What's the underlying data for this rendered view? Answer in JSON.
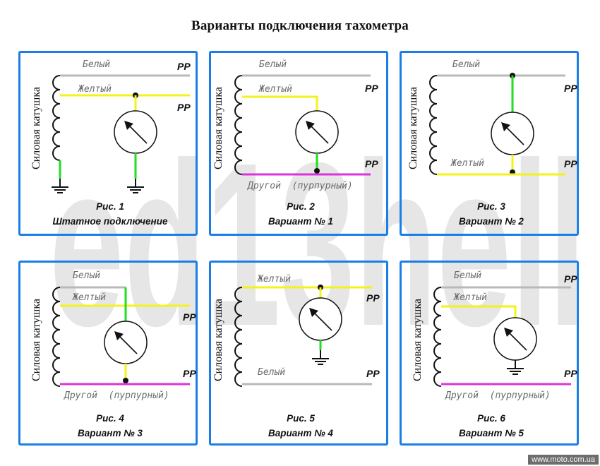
{
  "title": "Варианты подключения тахометра",
  "watermark": "ed13hell",
  "credit": "www.moto.com.ua",
  "colors": {
    "frame": "#1a7ee6",
    "white_wire": "#b9b9b9",
    "yellow_wire": "#f3f31a",
    "purple_wire": "#dd33dd",
    "green_wire": "#22dd22",
    "black": "#111111"
  },
  "labels": {
    "coil": "Силовая катушка",
    "white": "Белый",
    "yellow": "Желтый",
    "other": "Другой  (пурпурный)",
    "pp": "PP"
  },
  "panels": [
    {
      "id": 1,
      "figure": "Рис. 1",
      "caption": "Штатное подключение",
      "wires": [
        "white",
        "yellow"
      ],
      "pp": [
        "white",
        "yellow"
      ],
      "tacho_from": "yellow",
      "tacho_to": "ground",
      "coil_end": "ground"
    },
    {
      "id": 2,
      "figure": "Рис. 2",
      "caption": "Вариант № 1",
      "wires": [
        "white",
        "yellow",
        "other"
      ],
      "pp": [
        "white",
        "other"
      ],
      "tacho_from": "yellow",
      "tacho_to": "other"
    },
    {
      "id": 3,
      "figure": "Рис. 3",
      "caption": "Вариант № 2",
      "wires": [
        "white",
        "yellow"
      ],
      "pp": [
        "white",
        "yellow"
      ],
      "tacho_from": "white",
      "tacho_to": "yellow"
    },
    {
      "id": 4,
      "figure": "Рис. 4",
      "caption": "Вариант № 3",
      "wires": [
        "white",
        "yellow",
        "other"
      ],
      "pp": [
        "yellow",
        "other"
      ],
      "tacho_from": "white",
      "tacho_to": "other"
    },
    {
      "id": 5,
      "figure": "Рис. 5",
      "caption": "Вариант № 4",
      "wires": [
        "yellow",
        "white"
      ],
      "pp": [
        "yellow",
        "white"
      ],
      "tacho_from": "yellow",
      "tacho_to": "ground"
    },
    {
      "id": 6,
      "figure": "Рис. 6",
      "caption": "Вариант № 5",
      "wires": [
        "white",
        "yellow",
        "other"
      ],
      "pp": [
        "white",
        "other"
      ],
      "tacho_from": "yellow",
      "tacho_to": "ground"
    }
  ]
}
